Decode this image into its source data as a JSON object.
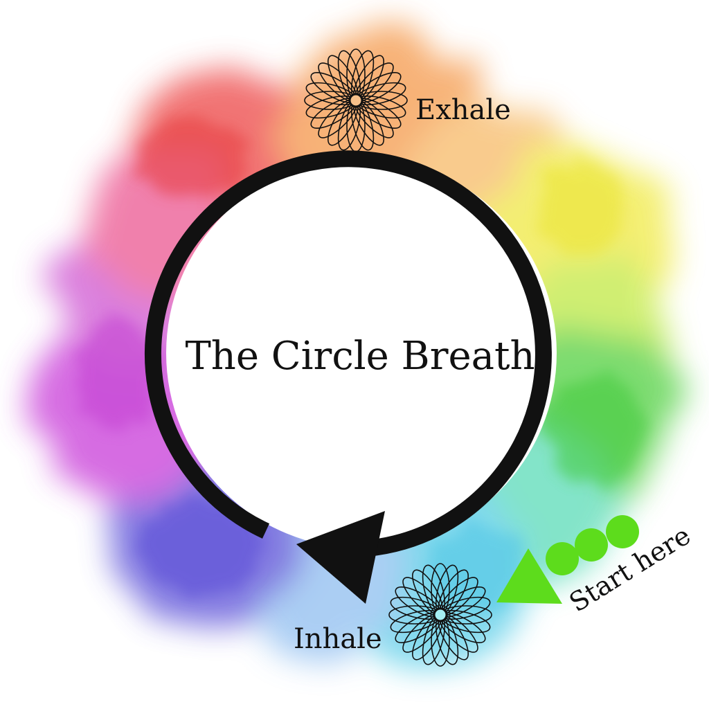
{
  "title": "The Circle Breath",
  "labels": {
    "exhale": "Exhale",
    "inhale": "Inhale",
    "start": "Start here"
  },
  "icons": {
    "top_flower": "spirograph-flower-icon",
    "bottom_flower": "spirograph-flower-icon",
    "start_marker": "triangle-arrow-icon",
    "cycle_arrow": "counterclockwise-arrow-icon"
  },
  "colors": {
    "circle_stroke": "#111111",
    "start_green": "#5ddc1c",
    "exhale_center": "#f6c08a",
    "inhale_center": "#a6eef2",
    "wash_red": "#ef5b5b",
    "wash_orange": "#f6a560",
    "wash_yellow": "#f2ec5a",
    "wash_green": "#66d658",
    "wash_cyan": "#6cd3ea",
    "wash_blue": "#6d63dc",
    "wash_purple": "#cf52dd"
  }
}
